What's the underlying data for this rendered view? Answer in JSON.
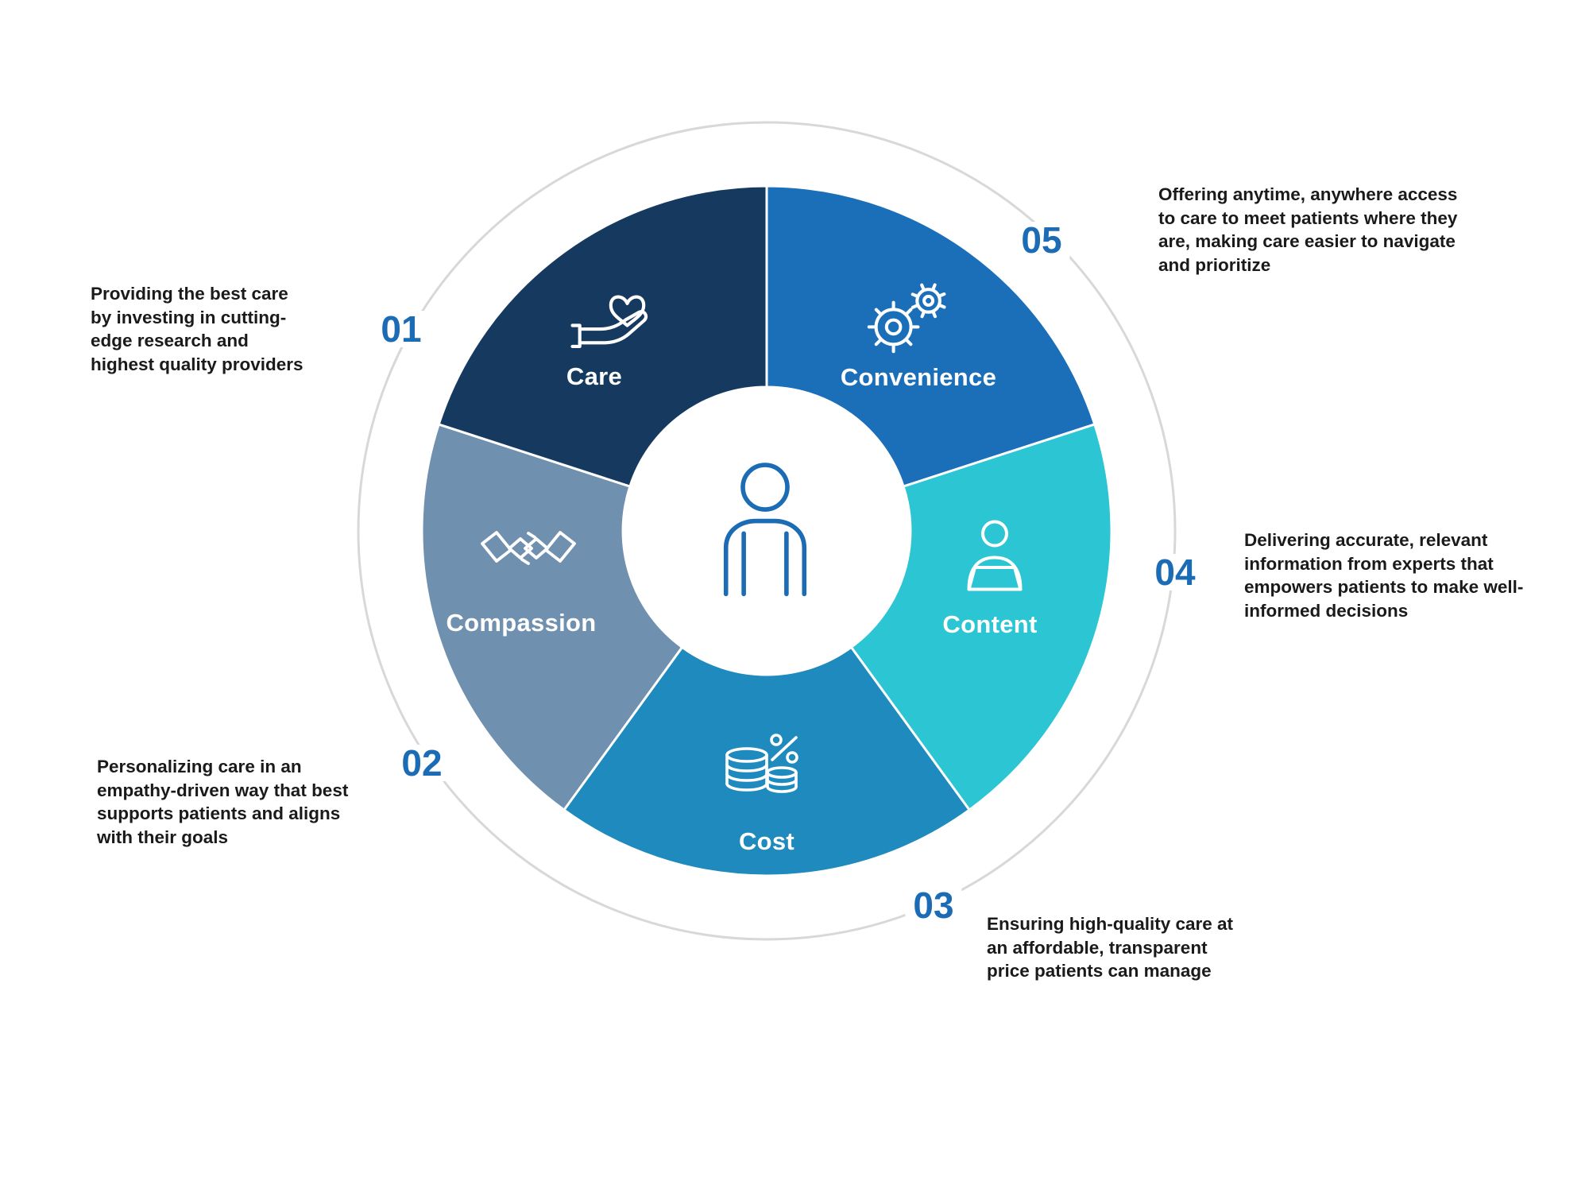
{
  "segments": [
    {
      "id": "care",
      "label": "Care",
      "color": "#16395F",
      "icon": "hand-heart-icon"
    },
    {
      "id": "convenience",
      "label": "Convenience",
      "color": "#1B6FB9",
      "icon": "gears-icon"
    },
    {
      "id": "content",
      "label": "Content",
      "color": "#2CC5D3",
      "icon": "person-screen-icon"
    },
    {
      "id": "cost",
      "label": "Cost",
      "color": "#1E8ABD",
      "icon": "coins-percent-icon"
    },
    {
      "id": "compassion",
      "label": "Compassion",
      "color": "#7090AF",
      "icon": "handshake-icon"
    }
  ],
  "callouts": [
    {
      "number": "01",
      "text": "Providing the best care by investing in cutting-edge research and highest quality providers"
    },
    {
      "number": "02",
      "text": "Personalizing care in an empathy-driven way that best supports patients and aligns with their goals"
    },
    {
      "number": "03",
      "text": "Ensuring high-quality care at an affordable, transparent price patients can manage"
    },
    {
      "number": "04",
      "text": "Delivering accurate, relevant information from experts that empowers patients to make well-informed decisions"
    },
    {
      "number": "05",
      "text": "Offering anytime, anywhere access to care to meet patients where they are, making care easier to navigate and prioritize"
    }
  ],
  "colors": {
    "number": "#1B6CB5",
    "ring": "#D8D8D8",
    "text": "#1A1A1A",
    "icon_stroke": "#FFFFFF",
    "center_icon": "#1B6CB5",
    "wedge_divider": "#FFFFFF"
  },
  "center": {
    "icon": "person-icon"
  }
}
